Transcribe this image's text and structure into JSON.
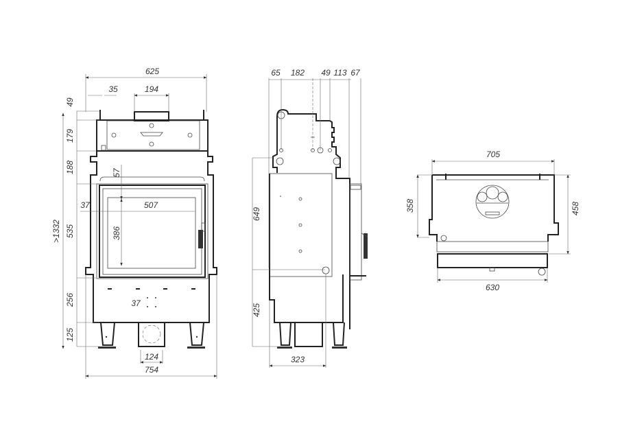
{
  "drawing": {
    "type": "technical dimension drawing",
    "views": [
      {
        "name": "front-view",
        "dimensions": {
          "overall_top_width": "625",
          "offset_left": "35",
          "flue_width": "194",
          "top_collar_height": "49",
          "top_section_height": "179",
          "upper_frame_height": "188",
          "door_offset_top": "57",
          "door_offset_left": "37",
          "glass_width": "507",
          "glass_height": "386",
          "door_section_height": "535",
          "total_height": ">1332",
          "lower_section_height": "256",
          "air_inlet_spacing": "37",
          "leg_height": "125",
          "air_inlet_width": "124",
          "overall_bottom_width": "754"
        }
      },
      {
        "name": "side-view",
        "dimensions": {
          "top_1": "65",
          "top_2": "182",
          "top_3": "49",
          "top_4": "113",
          "top_5": "67",
          "upper_height": "649",
          "lower_height": "425",
          "depth": "323"
        }
      },
      {
        "name": "top-view",
        "dimensions": {
          "width_top": "705",
          "height_left": "358",
          "height_right": "458",
          "width_bottom": "630"
        }
      }
    ]
  }
}
